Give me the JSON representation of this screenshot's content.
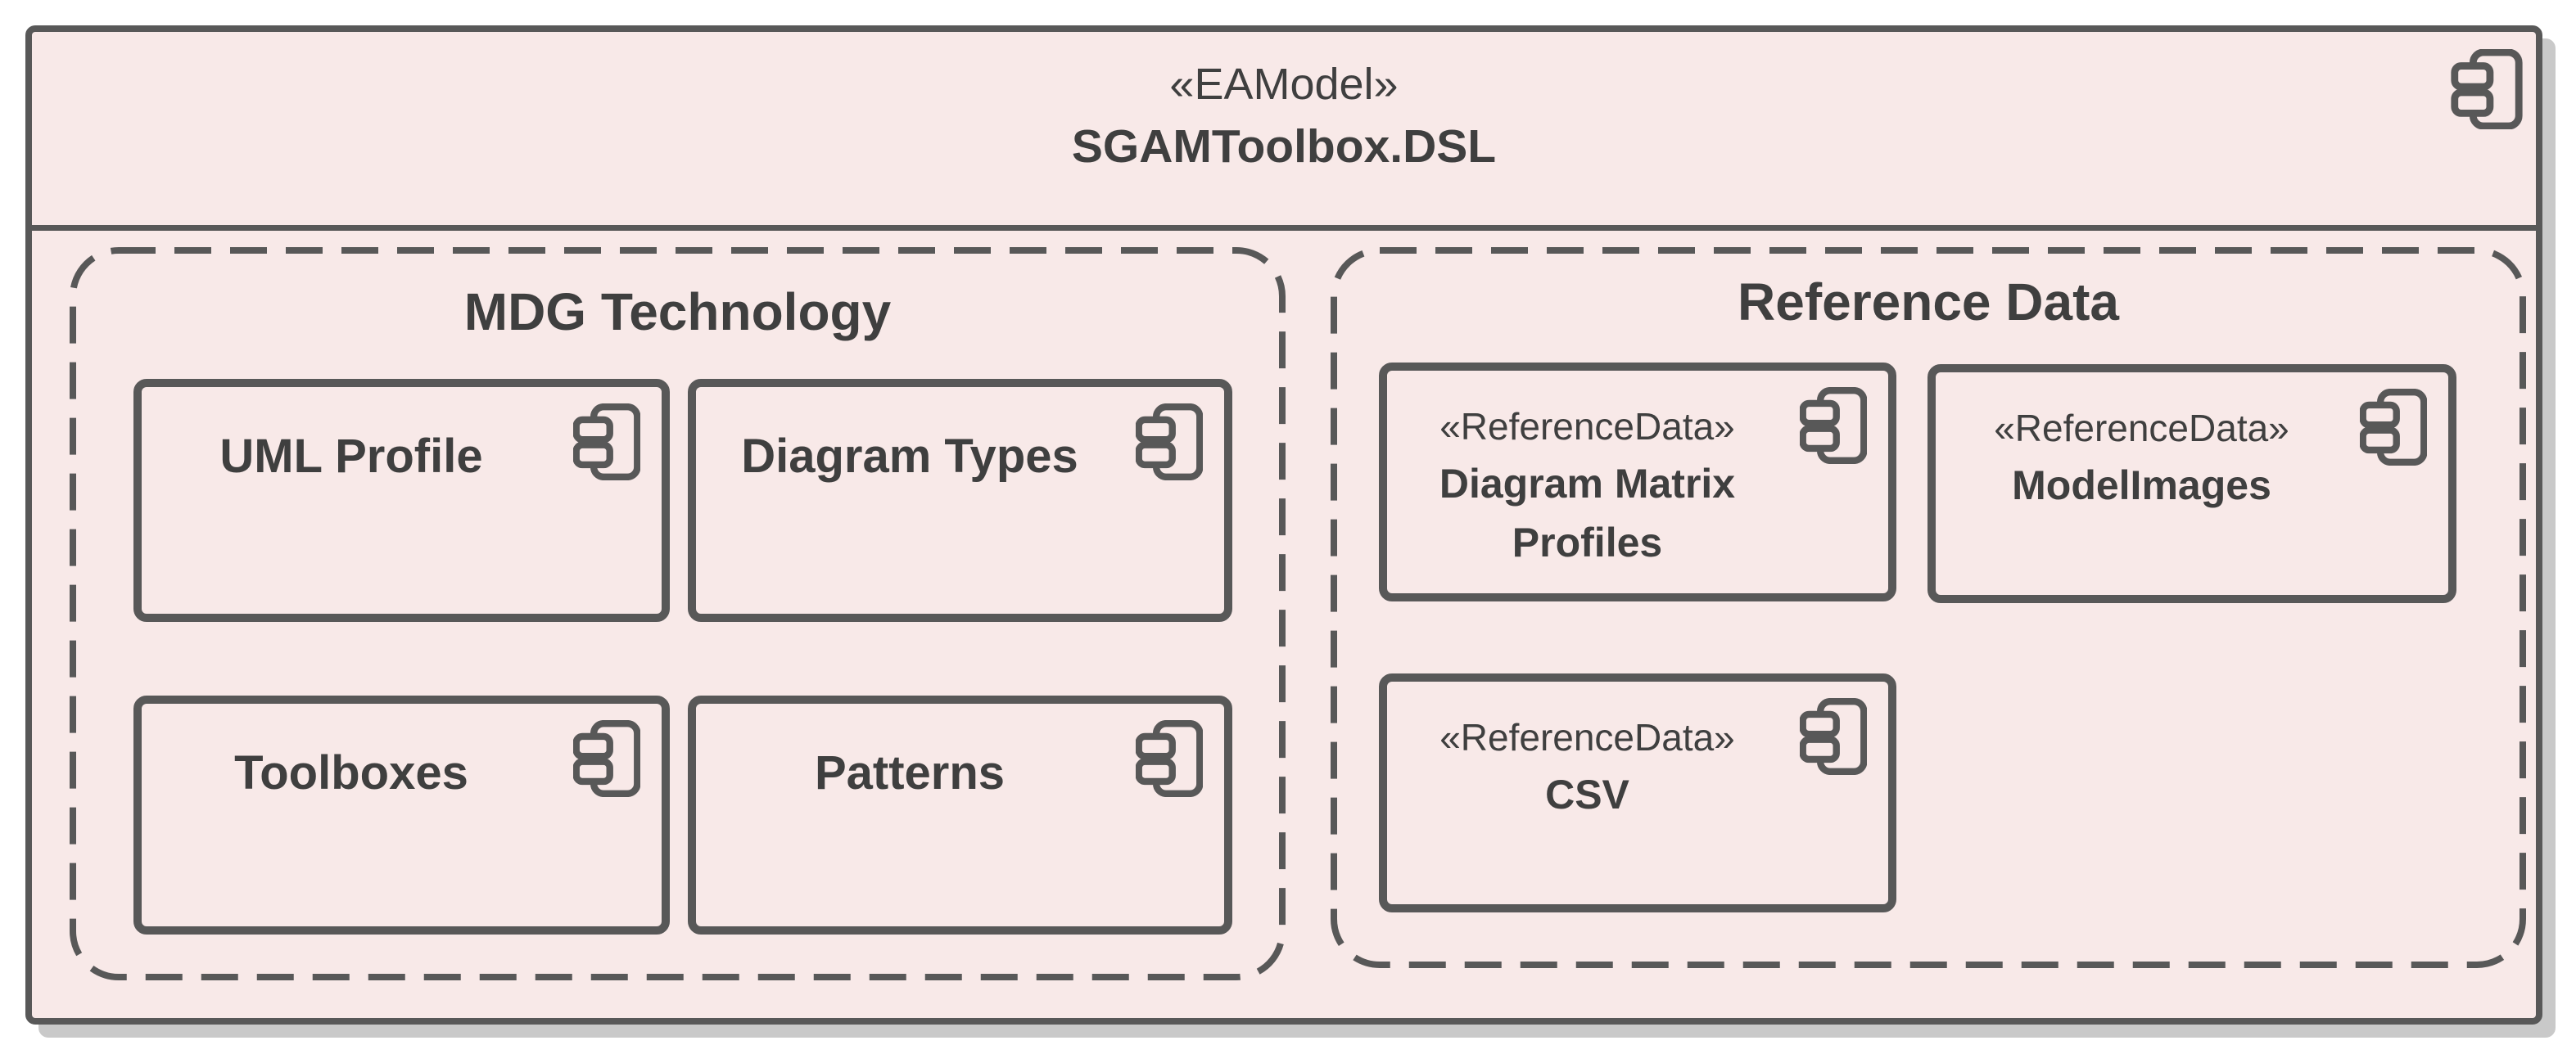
{
  "package": {
    "stereotype": "«EAModel»",
    "name": "SGAMToolbox.DSL"
  },
  "groups": {
    "mdg": {
      "title": "MDG Technology",
      "components": {
        "uml_profile": {
          "name": "UML Profile"
        },
        "diagram_types": {
          "name": "Diagram Types"
        },
        "toolboxes": {
          "name": "Toolboxes"
        },
        "patterns": {
          "name": "Patterns"
        }
      }
    },
    "reference": {
      "title": "Reference Data",
      "components": {
        "diagram_matrix_profiles": {
          "stereotype": "«ReferenceData»",
          "name": "Diagram Matrix Profiles"
        },
        "model_images": {
          "stereotype": "«ReferenceData»",
          "name": "ModelImages"
        },
        "csv": {
          "stereotype": "«ReferenceData»",
          "name": "CSV"
        }
      }
    }
  },
  "icons": {
    "component": "uml-component-icon"
  },
  "colors": {
    "fill": "#f8e9e8",
    "stroke": "#585858",
    "text": "#3f3f3f",
    "shadow": "#c9c9c9",
    "background": "#ffffff"
  }
}
